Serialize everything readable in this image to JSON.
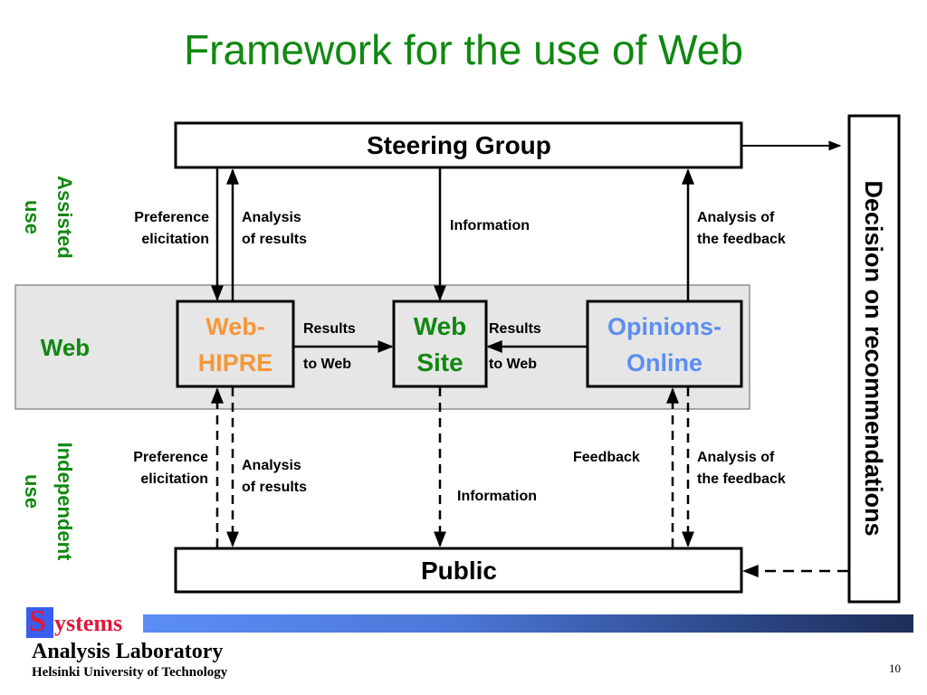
{
  "slide": {
    "title": "Framework for the use of Web",
    "page_number": "10"
  },
  "colors": {
    "title_green": "#118811",
    "webhipre_orange": "#f5973a",
    "website_green": "#118811",
    "opinions_blue": "#5b8ef0",
    "web_band_fill": "#e6e6e6"
  },
  "side_labels": {
    "assisted_line1": "Assisted",
    "assisted_line2": "use",
    "web": "Web",
    "independent_line1": "Independent",
    "independent_line2": "use"
  },
  "boxes": {
    "steering_group": "Steering Group",
    "public": "Public",
    "decision": "Decision on recommendations",
    "webhipre_line1": "Web-",
    "webhipre_line2": "HIPRE",
    "website_line1": "Web",
    "website_line2": "Site",
    "opinions_line1": "Opinions-",
    "opinions_line2": "Online"
  },
  "arrow_labels": {
    "top_pref_line1": "Preference",
    "top_pref_line2": "elicitation",
    "top_analysis_line1": "Analysis",
    "top_analysis_line2": "of results",
    "top_information": "Information",
    "top_feedback_analysis_line1": "Analysis of",
    "top_feedback_analysis_line2": "the feedback",
    "results_left_line1": "Results",
    "results_left_line2": "to Web",
    "results_right_line1": "Results",
    "results_right_line2": "to Web",
    "bottom_pref_line1": "Preference",
    "bottom_pref_line2": "elicitation",
    "bottom_analysis_line1": "Analysis",
    "bottom_analysis_line2": "of results",
    "bottom_information": "Information",
    "bottom_feedback": "Feedback",
    "bottom_feedback_analysis_line1": "Analysis of",
    "bottom_feedback_analysis_line2": "the feedback"
  },
  "footer": {
    "logo_s": "S",
    "logo_ystems": "ystems",
    "lab_name": "Analysis Laboratory",
    "university": "Helsinki University of Technology"
  }
}
